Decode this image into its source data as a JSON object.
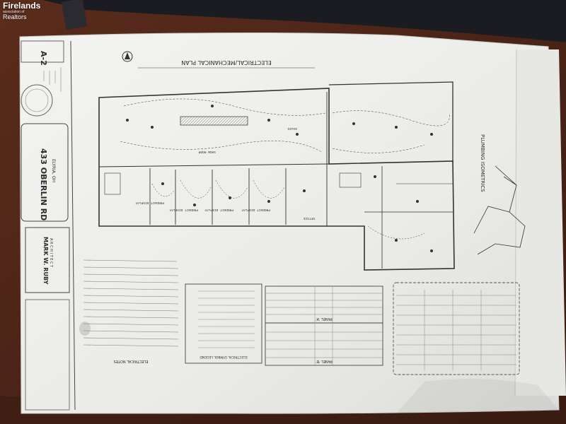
{
  "watermark": {
    "brand": "Firelands",
    "subtitle": "association of",
    "realtors": "Realtors"
  },
  "sheet": {
    "sheet_number": "A-2",
    "project_address": "433 OBERLIN RD",
    "city": "ELYRIA, OH",
    "architect_name": "MARK W. RUBY",
    "architect_word": "A R C H I T E C T",
    "plan_title": "ELECTRICAL/MECHANICAL PLAN",
    "plumbing_title": "PLUMBING ISOMETRICS",
    "legend_title": "ELECTRICAL SYMBOL LEGEND",
    "notes_title": "ELECTRICAL NOTES",
    "panel_a": "PANEL 'A'",
    "panel_b": "PANEL 'B'"
  },
  "rooms": [
    "PRODUCT DISPLAY",
    "PRODUCT DISPLAY",
    "PRODUCT DISPLAY",
    "PRODUCT DISPLAY",
    "SHOW ROOM",
    "SALES",
    "OFFICE"
  ],
  "colors": {
    "wood_table": "#4a2518",
    "dark_cloth": "#1b1b22",
    "paper": "#eeeeec",
    "ink": "#2d2d2d"
  }
}
